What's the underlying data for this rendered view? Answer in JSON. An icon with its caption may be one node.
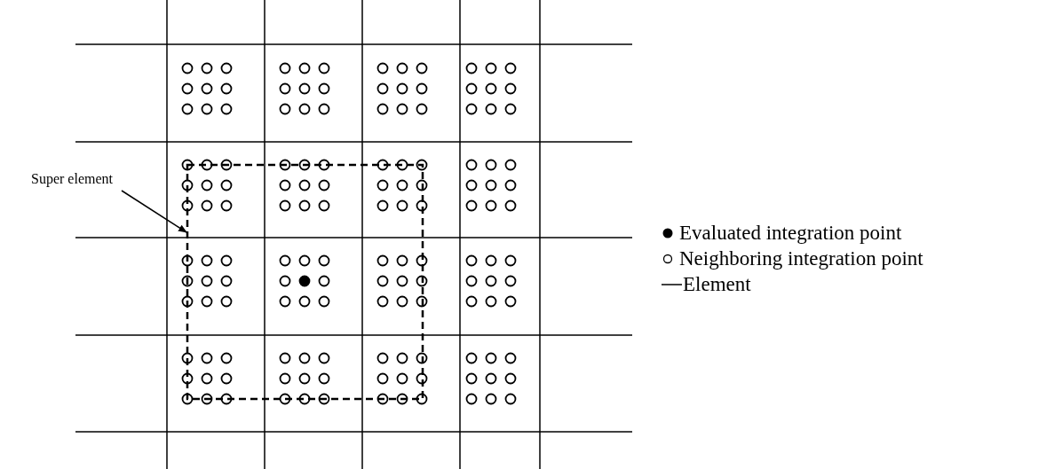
{
  "diagram": {
    "nodes": [
      {
        "text": [
          "Super element"
        ]
      },
      {
        "text": [],
        "shape": "box"
      }
    ],
    "edges": [
      {
        "from": 0,
        "to": 1,
        "arrow": "to"
      }
    ],
    "legend": [
      {
        "text": "Evaluated integration point"
      },
      {
        "text": "Neighboring integration point"
      },
      {
        "text": "Element"
      }
    ]
  }
}
